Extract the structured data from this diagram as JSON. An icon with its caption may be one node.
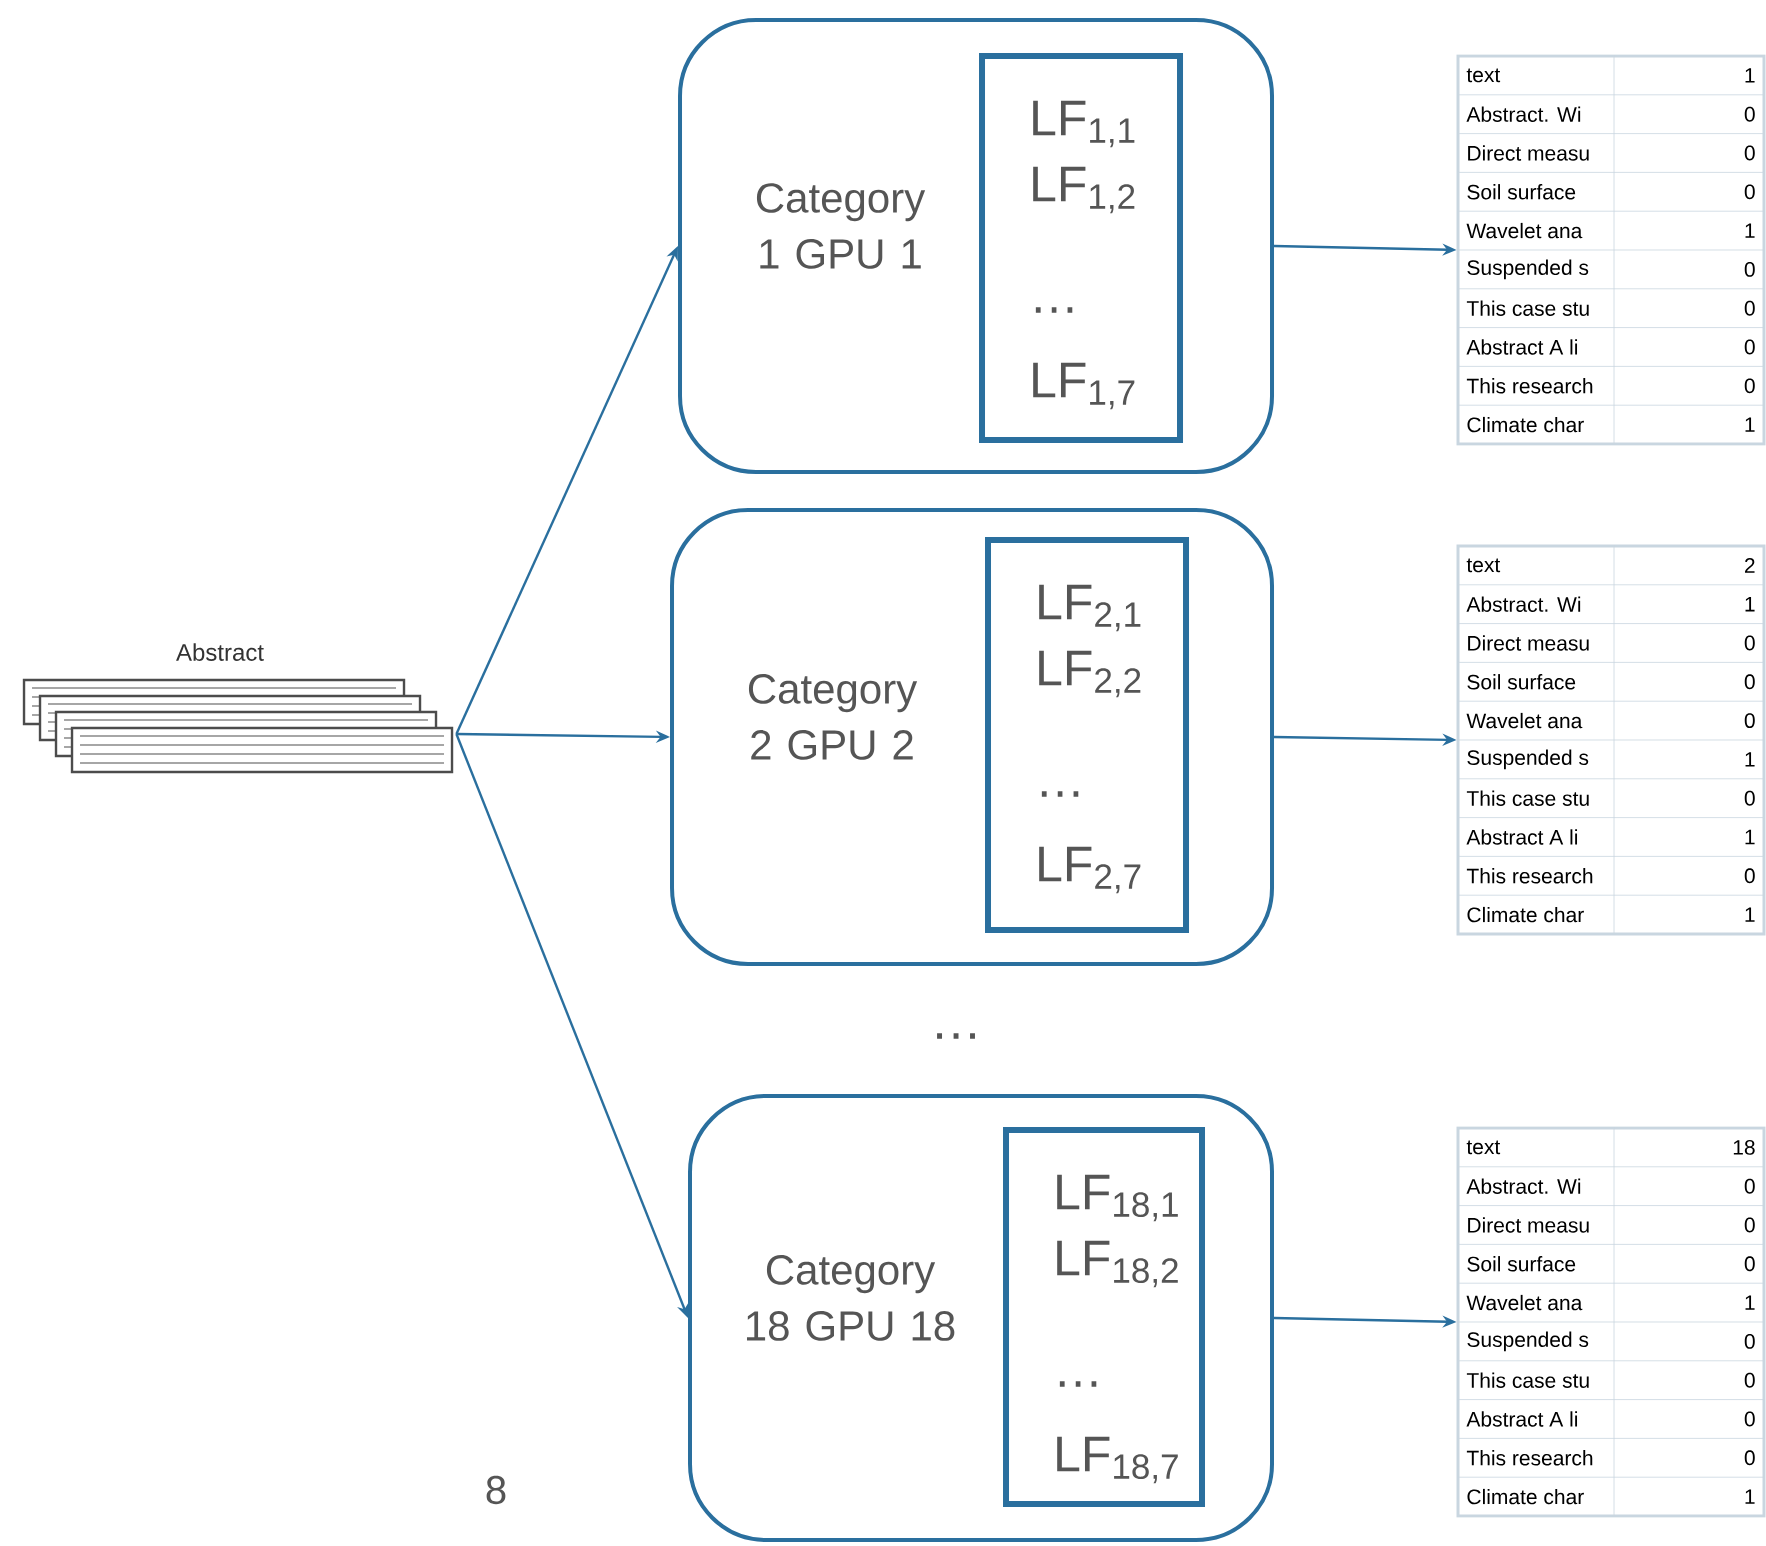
{
  "diagram": {
    "nodes": [
      {
        "text": [
          "Abstract"
        ]
      },
      {
        "text": [
          "Category 1 GPU 1"
        ]
      },
      {
        "text": [
          "LF$_{1,1}$",
          "LF$_{1,2}$",
          "…",
          "LF$_{1,7}$"
        ],
        "in": 1
      },
      {
        "text": [
          "text",
          "1",
          "Abstract. Wi",
          "0",
          "Direct measu",
          "0",
          "Soil surface",
          "0",
          "Wavelet ana",
          "1",
          "Suspended s",
          "0",
          "This case stu",
          "0",
          "Abstract A li",
          "0",
          "This research",
          "0",
          "Climate char",
          "1"
        ]
      },
      {
        "text": [
          "Category 2 GPU 2"
        ]
      },
      {
        "text": [
          "LF$_{2,1}$",
          "LF$_{2,2}$",
          "…",
          "LF$_{2,7}$"
        ],
        "in": 4
      },
      {
        "text": [
          "text",
          "2",
          "Abstract. Wi",
          "1",
          "Direct measu",
          "0",
          "Soil surface",
          "0",
          "Wavelet ana",
          "0",
          "Suspended s",
          "1",
          "This case stu",
          "0",
          "Abstract A li",
          "1",
          "This research",
          "0",
          "Climate char",
          "1"
        ]
      },
      {
        "text": [
          "Category 18 GPU 18"
        ]
      },
      {
        "text": [
          "LF$_{18,1}$",
          "LF$_{18,2}$",
          "…",
          "LF$_{18,7}$"
        ],
        "in": 7
      },
      {
        "text": [
          "text",
          "18",
          "Abstract. Wi",
          "0",
          "Direct measu",
          "0",
          "Soil surface",
          "0",
          "Wavelet ana",
          "1",
          "Suspended s",
          "0",
          "This case stu",
          "0",
          "Abstract A li",
          "0",
          "This research",
          "0",
          "Climate char",
          "1"
        ]
      }
    ],
    "edges": [
      {
        "from": 0,
        "to": 1,
        "arrow": "to"
      },
      {
        "from": 0,
        "to": 4,
        "arrow": "to"
      },
      {
        "from": 0,
        "to": 7,
        "arrow": "to"
      },
      {
        "from": 1,
        "to": 3,
        "arrow": "to"
      },
      {
        "from": 4,
        "to": 6,
        "arrow": "to"
      },
      {
        "from": 7,
        "to": 9,
        "arrow": "to"
      }
    ],
    "labels": [
      "…",
      "8"
    ]
  }
}
